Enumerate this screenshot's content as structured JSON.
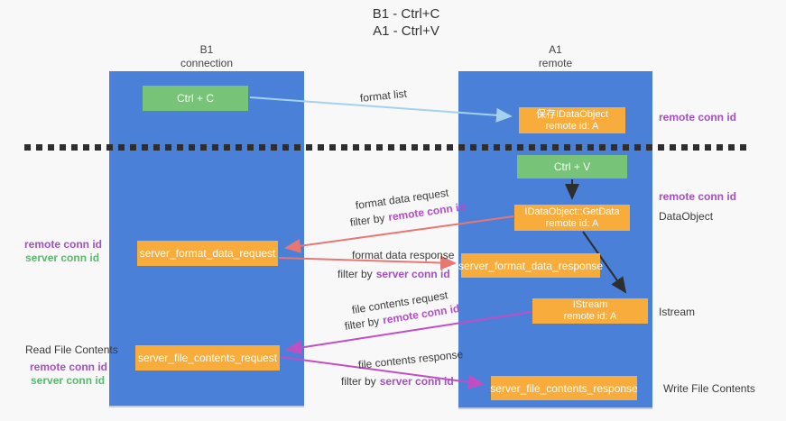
{
  "title": {
    "line1": "B1 - Ctrl+C",
    "line2": "A1 - Ctrl+V"
  },
  "columns": {
    "left": {
      "name": "B1",
      "role": "connection"
    },
    "right": {
      "name": "A1",
      "role": "remote"
    }
  },
  "boxes": {
    "ctrl_c": "Ctrl + C",
    "ctrl_v": "Ctrl + V",
    "save_idataobject": {
      "line1": "保存IDataObject",
      "line2": "remote id: A"
    },
    "getdata": {
      "line1": "IDataObject::GetData",
      "line2": "remote id: A"
    },
    "istream": {
      "line1": "IStream",
      "line2": "remote id: A"
    },
    "server_format_data_request": "server_format_data_request",
    "server_format_data_response": "server_format_data_response",
    "server_file_contents_request": "server_file_contents_request",
    "server_file_contents_response": "server_file_contents_response"
  },
  "flow_labels": {
    "format_list": "format list",
    "format_data_request": "format data request",
    "format_data_response": "format data response",
    "file_contents_request": "file contents request",
    "file_contents_response": "file contents response",
    "filter_by": "filter by",
    "remote_conn_id": "remote conn id",
    "server_conn_id": "server conn id"
  },
  "side_labels": {
    "remote_conn_id": "remote conn id",
    "server_conn_id": "server conn id",
    "dataobject": "DataObject",
    "istream": "Istream",
    "read_file_contents": "Read File Contents",
    "write_file_contents": "Write File Contents"
  },
  "colors": {
    "column_blue": "#4a80d8",
    "box_orange": "#f8ac3c",
    "box_green": "#77c378",
    "arrow_light_blue": "#a6d0ef",
    "arrow_salmon": "#e87672",
    "arrow_magenta": "#c24ec2",
    "arrow_black": "#2e2e2e",
    "text_purple": "#a44fc4",
    "text_green": "#58b96b",
    "background": "#f8f8f8"
  }
}
